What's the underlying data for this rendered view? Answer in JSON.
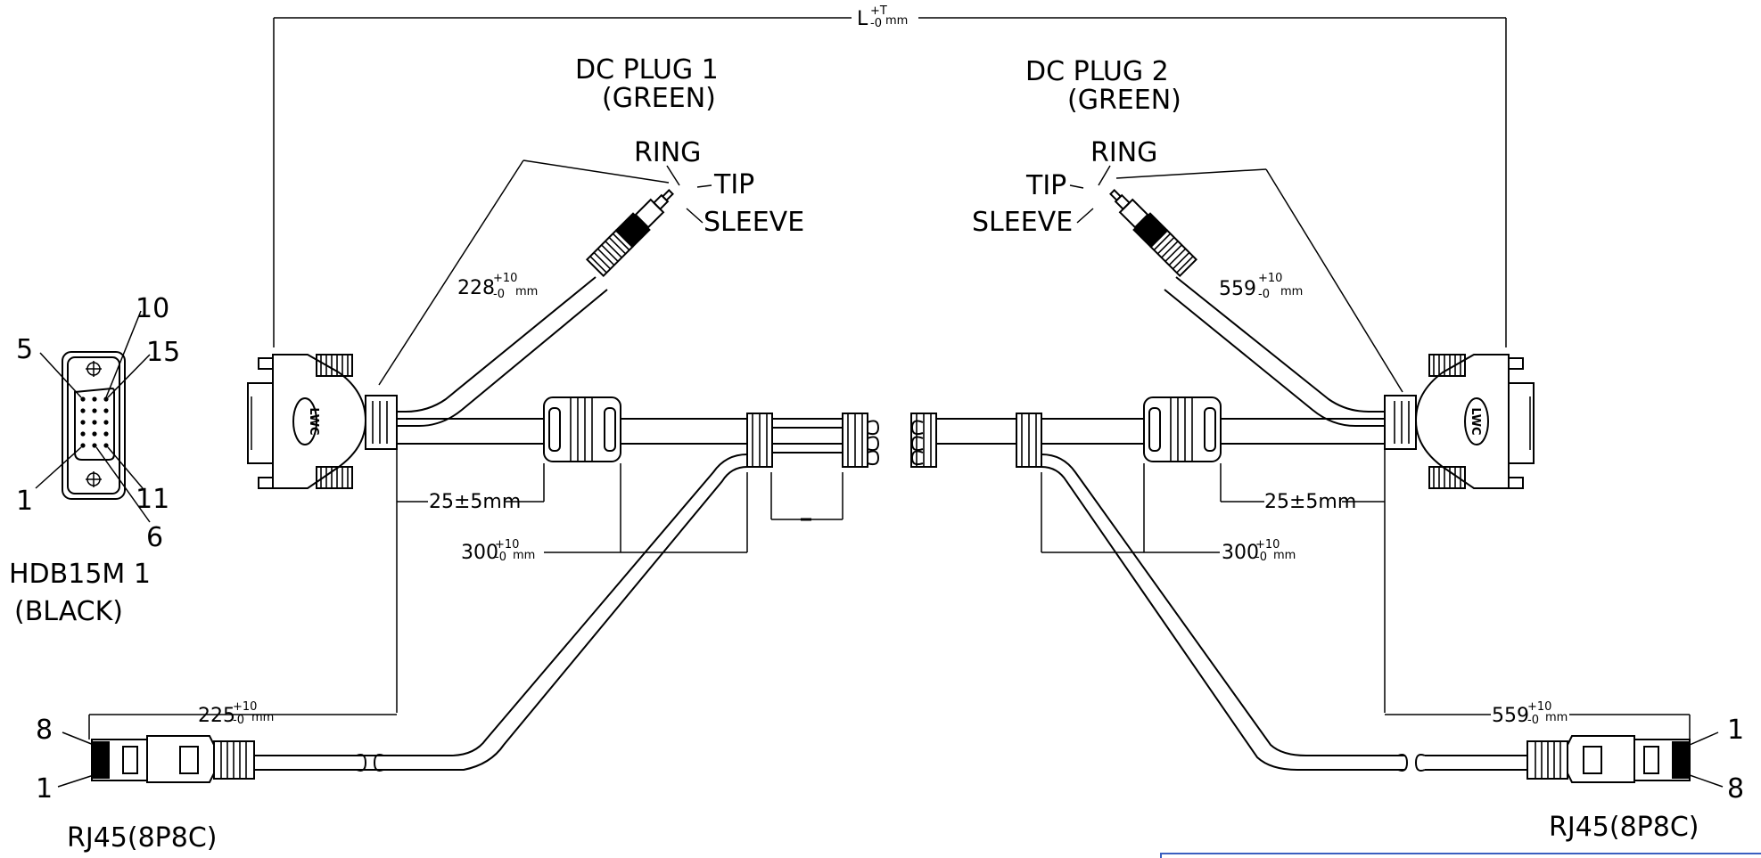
{
  "colors": {
    "line": "#000000",
    "background": "#ffffff",
    "frame": "#3b5fc0"
  },
  "labels": {
    "overall_length": "L",
    "overall_tol_upper": "+T",
    "overall_tol_lower": "-0",
    "overall_unit": "mm",
    "dc_plug_1": "DC PLUG 1",
    "dc_plug_1_color": "(GREEN)",
    "dc_plug_2": "DC PLUG 2",
    "dc_plug_2_color": "(GREEN)",
    "ring": "RING",
    "tip": "TIP",
    "sleeve": "SLEEVE",
    "hdb_name": "HDB15M 1",
    "hdb_color": "(BLACK)",
    "hdb_pin_5": "5",
    "hdb_pin_10": "10",
    "hdb_pin_15": "15",
    "hdb_pin_1": "1",
    "hdb_pin_11": "11",
    "hdb_pin_6": "6",
    "rj45_left": "RJ45(8P8C)",
    "rj45_right": "RJ45(8P8C)",
    "rj_left_pin_top": "8",
    "rj_left_pin_bottom": "1",
    "rj_right_pin_top": "1",
    "rj_right_pin_bottom": "8",
    "logo": "LWC"
  },
  "dimensions": {
    "dc1": {
      "value": "228",
      "tol_upper": "+10",
      "tol_lower": "-0",
      "unit": "mm"
    },
    "dc2": {
      "value": "559",
      "tol_upper": "+10",
      "tol_lower": "-0",
      "unit": "mm"
    },
    "boot_left": {
      "text": "25±5mm"
    },
    "boot_right": {
      "text": "25±5mm"
    },
    "split_left": {
      "value": "300",
      "tol_upper": "+10",
      "tol_lower": "-0",
      "unit": "mm"
    },
    "split_right": {
      "value": "300",
      "tol_upper": "+10",
      "tol_lower": "-0",
      "unit": "mm"
    },
    "rj_left": {
      "value": "225",
      "tol_upper": "+10",
      "tol_lower": "-0",
      "unit": "mm"
    },
    "rj_right": {
      "value": "559",
      "tol_upper": "+10",
      "tol_lower": "-0",
      "unit": "mm"
    }
  }
}
